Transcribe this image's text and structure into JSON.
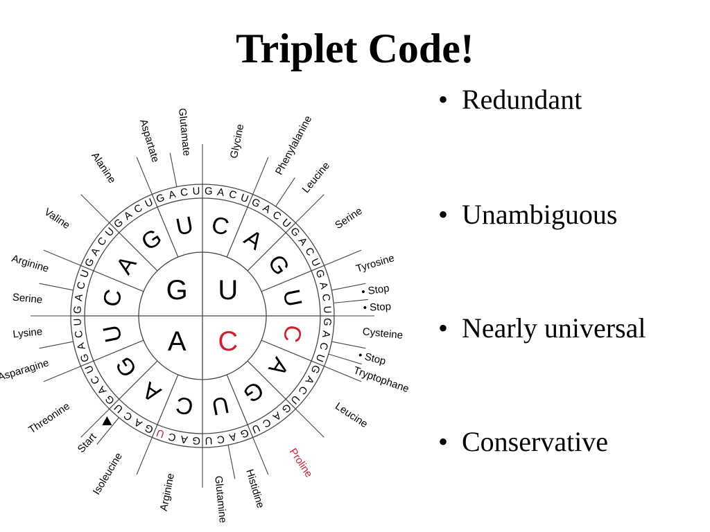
{
  "title": "Triplet Code!",
  "bullets": [
    "Redundant",
    "Unambiguous",
    "Nearly universal",
    "Conservative"
  ],
  "colors": {
    "text": "#000000",
    "highlight": "#cc2233",
    "line": "#444444"
  },
  "wheel": {
    "inner": [
      {
        "letter": "G",
        "highlight": false
      },
      {
        "letter": "U",
        "highlight": false
      },
      {
        "letter": "C",
        "highlight": true
      },
      {
        "letter": "A",
        "highlight": false
      }
    ],
    "middle": [
      {
        "letter": "C",
        "highlight": false
      },
      {
        "letter": "A",
        "highlight": false
      },
      {
        "letter": "G",
        "highlight": false
      },
      {
        "letter": "U",
        "highlight": false
      },
      {
        "letter": "C",
        "highlight": false
      },
      {
        "letter": "A",
        "highlight": false
      },
      {
        "letter": "G",
        "highlight": false
      },
      {
        "letter": "U",
        "highlight": false
      },
      {
        "letter": "C",
        "highlight": true
      },
      {
        "letter": "A",
        "highlight": false
      },
      {
        "letter": "G",
        "highlight": false
      },
      {
        "letter": "U",
        "highlight": false
      },
      {
        "letter": "C",
        "highlight": false
      },
      {
        "letter": "A",
        "highlight": false
      },
      {
        "letter": "G",
        "highlight": false
      },
      {
        "letter": "U",
        "highlight": false
      }
    ],
    "outer": "GACUGACUGACUGACUGACUGACUGACUGACUGACUGACUGACUGACUGACUGACUGACUGACU",
    "outer_highlight_index": 35,
    "amino_acids": [
      {
        "name": "Glycine",
        "start": 0,
        "count": 4
      },
      {
        "name": "Phenylalanine",
        "start": 4,
        "count": 2
      },
      {
        "name": "Leucine",
        "start": 6,
        "count": 2
      },
      {
        "name": "Serine",
        "start": 8,
        "count": 4
      },
      {
        "name": "Tyrosine",
        "start": 12,
        "count": 2
      },
      {
        "name": "• Stop",
        "start": 14,
        "count": 1
      },
      {
        "name": "• Stop",
        "start": 15,
        "count": 1
      },
      {
        "name": "Cysteine",
        "start": 16,
        "count": 2
      },
      {
        "name": "• Stop",
        "start": 18,
        "count": 1
      },
      {
        "name": "Tryptophane",
        "start": 19,
        "count": 1
      },
      {
        "name": "Leucine",
        "start": 20,
        "count": 4
      },
      {
        "name": "Proline",
        "start": 24,
        "count": 4,
        "highlight": true
      },
      {
        "name": "Histidine",
        "start": 28,
        "count": 2
      },
      {
        "name": "Glutamine",
        "start": 30,
        "count": 2
      },
      {
        "name": "Arginine",
        "start": 32,
        "count": 4
      },
      {
        "name": "Isoleucine",
        "start": 36,
        "count": 3
      },
      {
        "name": "Start",
        "start": 39,
        "count": 1,
        "marker": true
      },
      {
        "name": "Threonine",
        "start": 40,
        "count": 4
      },
      {
        "name": "Asparagine",
        "start": 44,
        "count": 2
      },
      {
        "name": "Lysine",
        "start": 46,
        "count": 2
      },
      {
        "name": "Serine",
        "start": 48,
        "count": 2
      },
      {
        "name": "Arginine",
        "start": 50,
        "count": 2
      },
      {
        "name": "Valine",
        "start": 52,
        "count": 4
      },
      {
        "name": "Alanine",
        "start": 56,
        "count": 4
      },
      {
        "name": "Aspartate",
        "start": 60,
        "count": 2
      },
      {
        "name": "Glutamate",
        "start": 62,
        "count": 2
      }
    ]
  }
}
